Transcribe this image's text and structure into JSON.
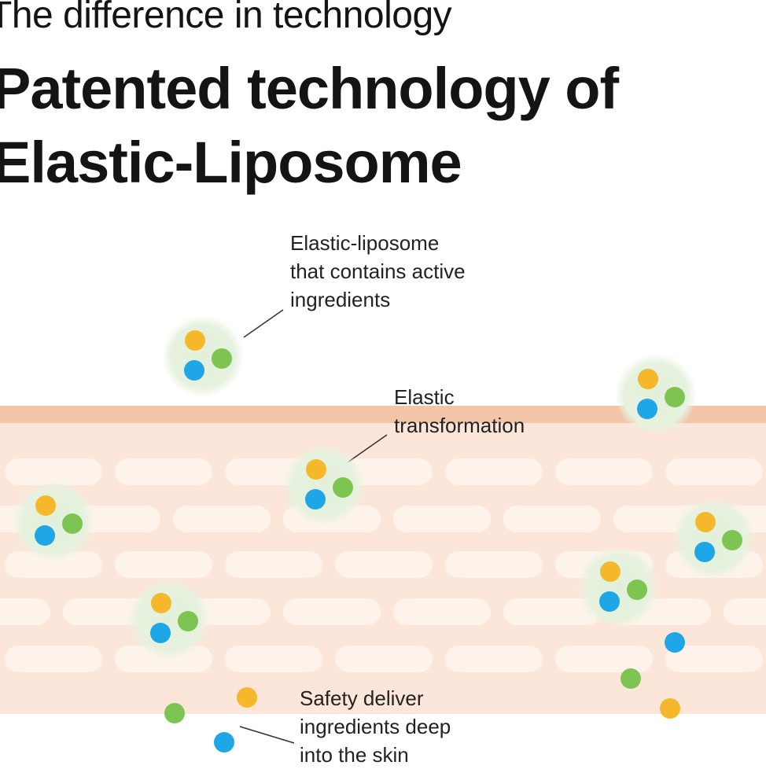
{
  "header": {
    "subtitle": "The difference in technology",
    "title_line1": "Patented technology of",
    "title_line2": "Elastic-Liposome"
  },
  "annotations": {
    "liposome": {
      "line1": "Elastic-liposome",
      "line2": "that contains active",
      "line3": "ingredients"
    },
    "transformation": {
      "line1": "Elastic",
      "line2": "transformation"
    },
    "delivery": {
      "line1": "Safety deliver",
      "line2": "ingredients deep",
      "line3": "into the skin"
    }
  },
  "colors": {
    "skin_surface": "#f2c5a8",
    "skin_body": "#fce6da",
    "skin_cell": "#fdf3ea",
    "liposome_glow": "#e8f3e2",
    "ingredient_yellow": "#f5b82b",
    "ingredient_green": "#7dc452",
    "ingredient_blue": "#1ea6e6",
    "callout_line": "#333333"
  }
}
